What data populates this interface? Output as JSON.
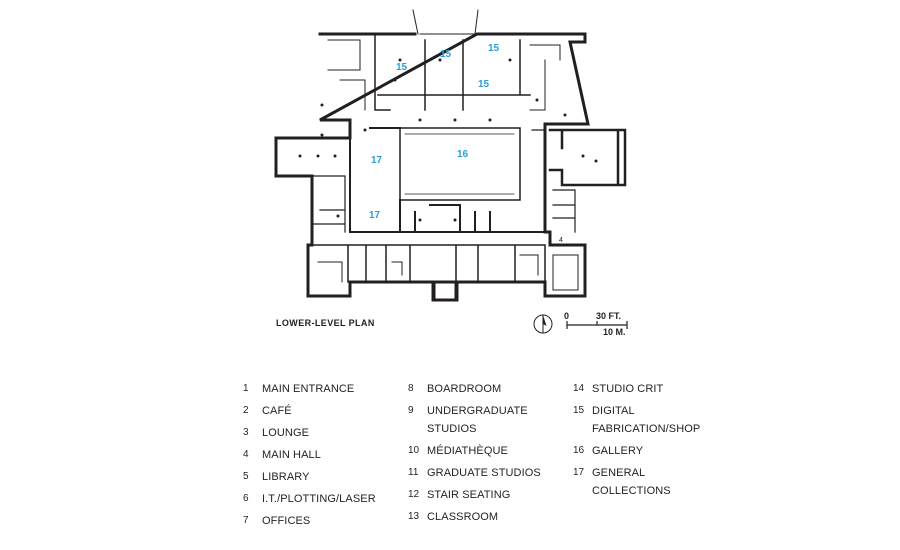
{
  "plan": {
    "title": "LOWER-LEVEL PLAN",
    "room_numbers": [
      "15",
      "15",
      "15",
      "15",
      "16",
      "17",
      "17"
    ],
    "small_marks": [
      "4"
    ],
    "accent_color": "#2a9fd6",
    "wall_color": "#231f20"
  },
  "scale": {
    "zero": "0",
    "feet": "30 FT.",
    "meters": "10 M."
  },
  "icons": [
    "north-arrow-icon"
  ],
  "legend": {
    "col1": [
      {
        "num": "1",
        "label": "MAIN ENTRANCE"
      },
      {
        "num": "2",
        "label": "CAFÉ"
      },
      {
        "num": "3",
        "label": "LOUNGE"
      },
      {
        "num": "4",
        "label": "MAIN HALL"
      },
      {
        "num": "5",
        "label": "LIBRARY"
      },
      {
        "num": "6",
        "label": "I.T./PLOTTING/LASER"
      },
      {
        "num": "7",
        "label": "OFFICES"
      }
    ],
    "col2": [
      {
        "num": "8",
        "label": "BOARDROOM"
      },
      {
        "num": "9",
        "label": "UNDERGRADUATE\nSTUDIOS"
      },
      {
        "num": "10",
        "label": "MÉDIATHÈQUE"
      },
      {
        "num": "11",
        "label": "GRADUATE STUDIOS"
      },
      {
        "num": "12",
        "label": "STAIR SEATING"
      },
      {
        "num": "13",
        "label": "CLASSROOM"
      }
    ],
    "col3": [
      {
        "num": "14",
        "label": "STUDIO CRIT"
      },
      {
        "num": "15",
        "label": "DIGITAL\nFABRICATION/SHOP"
      },
      {
        "num": "16",
        "label": "GALLERY"
      },
      {
        "num": "17",
        "label": "GENERAL\nCOLLECTIONS"
      }
    ]
  }
}
